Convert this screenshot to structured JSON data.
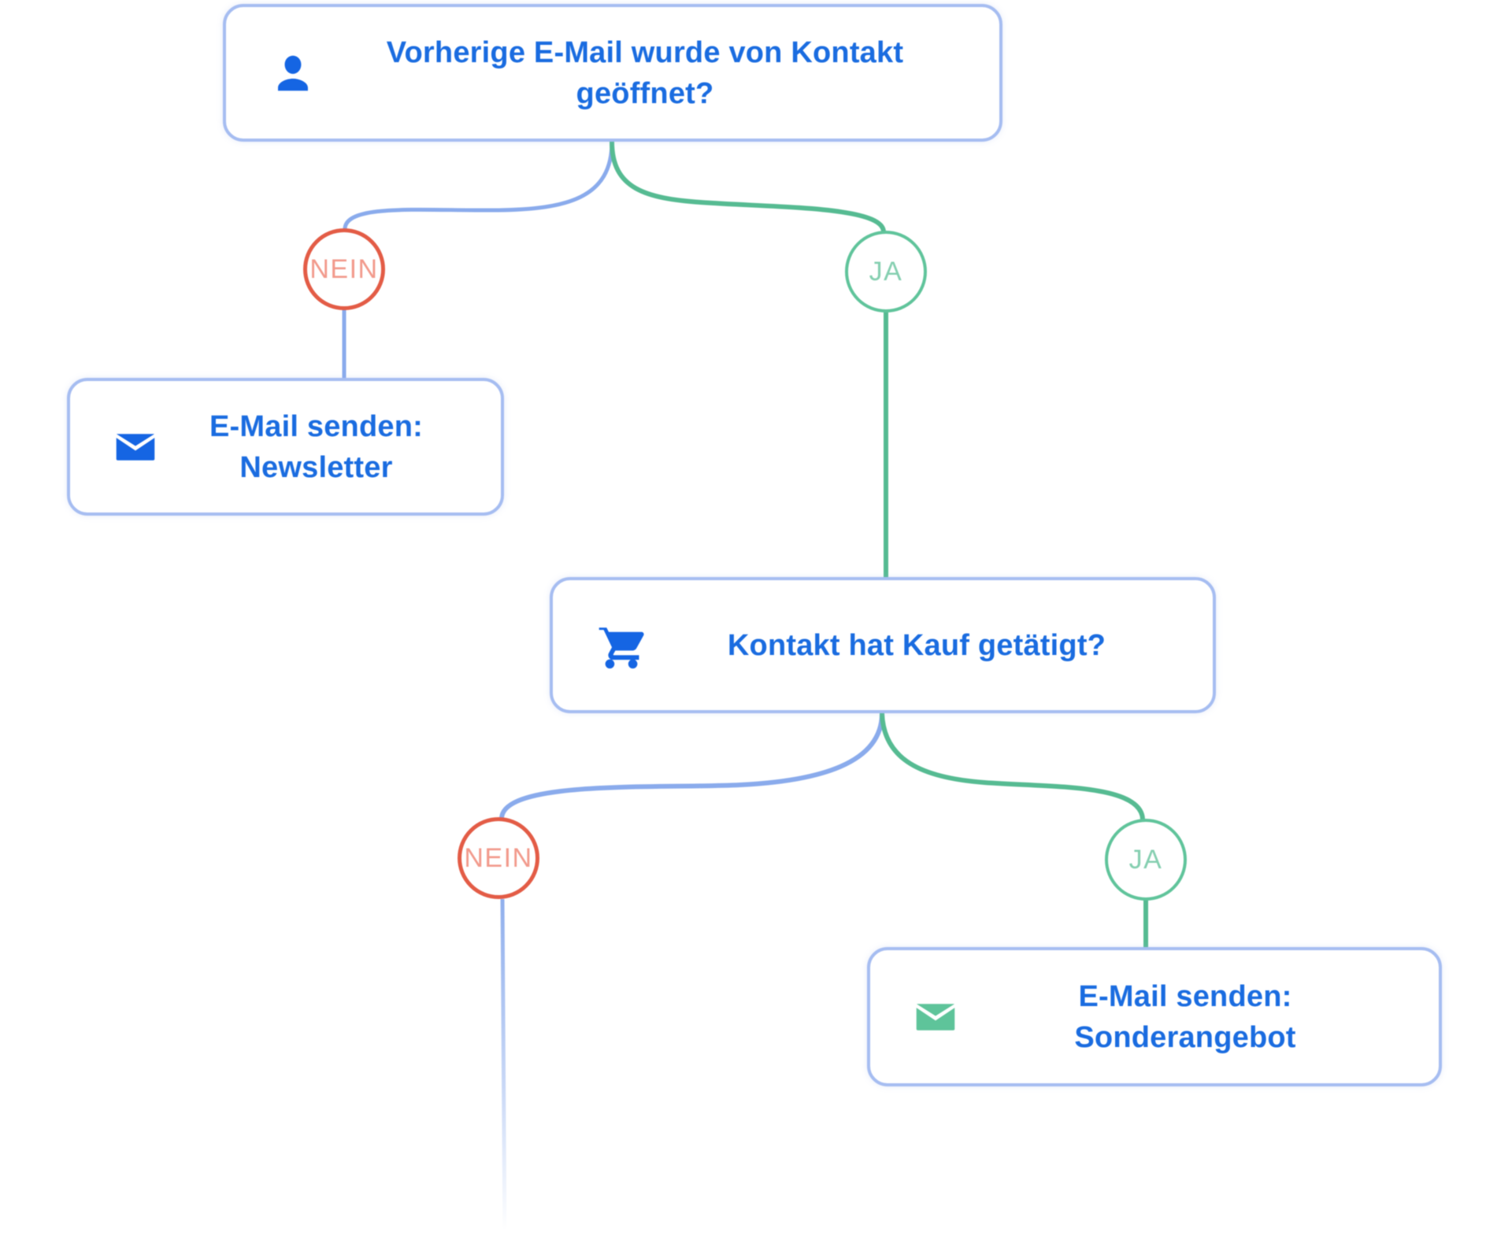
{
  "diagram": {
    "type": "email-automation-flowchart",
    "branch_labels": {
      "no": "NEIN",
      "yes": "JA"
    },
    "nodes": {
      "question1": {
        "icon": "person-icon",
        "line1": "Vorherige E-Mail wurde von Kontakt",
        "line2": "geöffnet?"
      },
      "action_newsletter": {
        "icon": "mail-icon",
        "line1": "E-Mail senden:",
        "line2": "Newsletter"
      },
      "question2": {
        "icon": "cart-icon",
        "line1": "Kontakt hat Kauf getätigt?"
      },
      "action_sonderangebot": {
        "icon": "mail-icon",
        "line1": "E-Mail senden:",
        "line2": "Sonderangebot"
      }
    },
    "colors": {
      "node_border": "#a6bdf1",
      "title_text": "#1a6ce0",
      "icon_blue": "#1565e3",
      "icon_green": "#5ec49a",
      "connector_blue": "#8aabec",
      "connector_green": "#56bb92",
      "no_border": "#e35c46",
      "no_text": "#f29a8c",
      "yes_border": "#60c49b",
      "yes_text": "#85cfb0"
    }
  }
}
